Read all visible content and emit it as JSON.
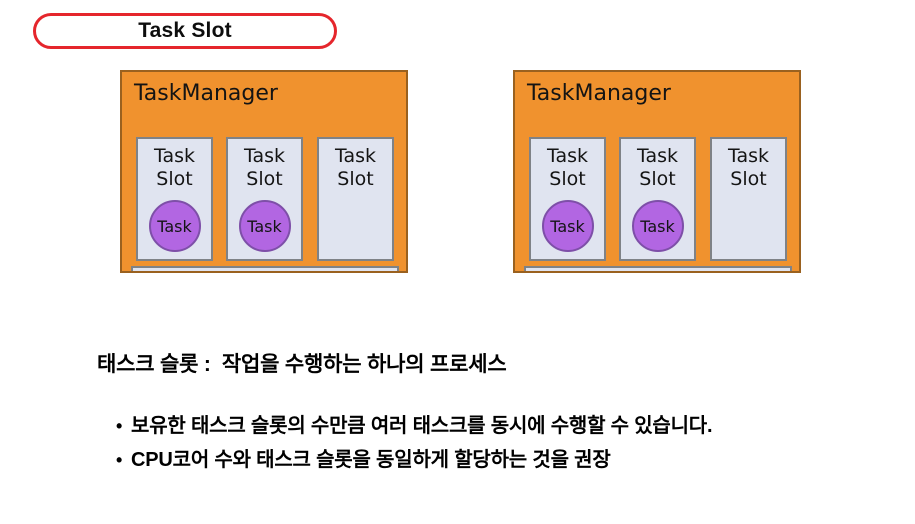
{
  "header_pill": {
    "label": "Task Slot",
    "border_color": "#e5262c"
  },
  "diagram": {
    "colors": {
      "manager_fill": "#f0922e",
      "manager_border": "#9a611f",
      "slot_fill": "#e0e4f0",
      "slot_border": "#7f8287",
      "task_fill": "#b266e2",
      "task_border": "#7e4fa8"
    },
    "managers": [
      {
        "title": "TaskManager",
        "slots": [
          {
            "label": "Task Slot",
            "task": "Task"
          },
          {
            "label": "Task Slot",
            "task": "Task"
          },
          {
            "label": "Task Slot",
            "task": ""
          }
        ]
      },
      {
        "title": "TaskManager",
        "slots": [
          {
            "label": "Task Slot",
            "task": "Task"
          },
          {
            "label": "Task Slot",
            "task": "Task"
          },
          {
            "label": "Task Slot",
            "task": ""
          }
        ]
      }
    ]
  },
  "notes": {
    "heading": "태스크 슬롯 :  작업을 수행하는 하나의 프로세스",
    "bullets": [
      "보유한 태스크 슬롯의 수만큼 여러 태스크를 동시에 수행할 수 있습니다.",
      "CPU코어 수와 태스크 슬롯을 동일하게 할당하는 것을 권장"
    ]
  }
}
